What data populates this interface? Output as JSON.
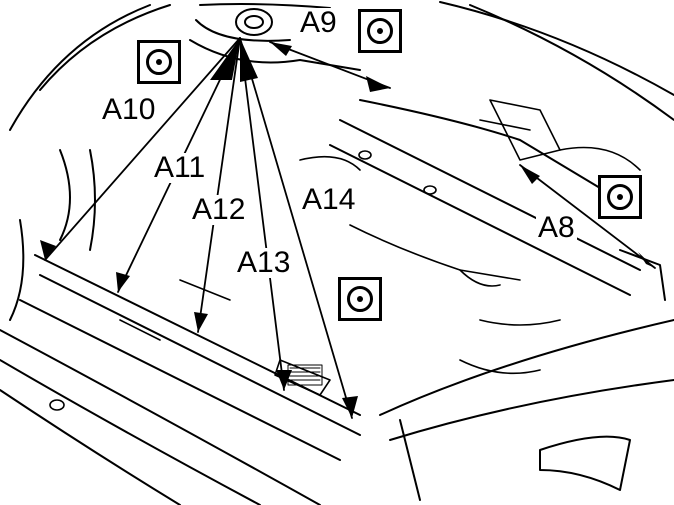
{
  "diagram": {
    "callouts": [
      {
        "id": "a9",
        "text": "A9"
      },
      {
        "id": "a10",
        "text": "A10"
      },
      {
        "id": "a11",
        "text": "A11"
      },
      {
        "id": "a12",
        "text": "A12"
      },
      {
        "id": "a13",
        "text": "A13"
      },
      {
        "id": "a14",
        "text": "A14"
      },
      {
        "id": "a8",
        "text": "A8"
      }
    ],
    "target_symbol": "target-square-icon",
    "colors": {
      "ink": "#000000",
      "paper": "#ffffff"
    }
  }
}
